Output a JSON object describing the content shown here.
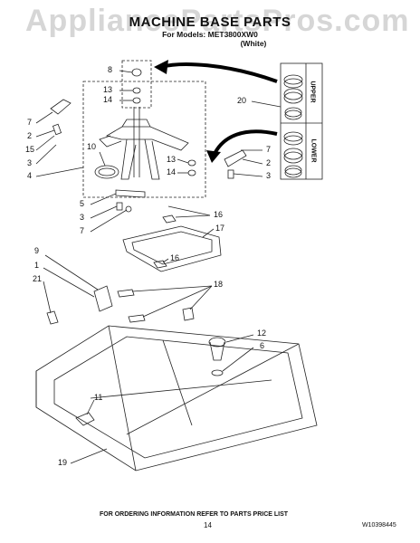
{
  "watermark": "AppliancePartsPros.com",
  "header": {
    "title": "MACHINE BASE PARTS",
    "model_line": "For Models: MET3800XW0",
    "color_line": "(White)"
  },
  "inset": {
    "upper": "UPPER",
    "lower": "LOWER"
  },
  "callouts": [
    "8",
    "13",
    "14",
    "7",
    "2",
    "15",
    "3",
    "10",
    "4",
    "20",
    "13",
    "14",
    "7",
    "2",
    "3",
    "5",
    "3",
    "7",
    "16",
    "17",
    "16",
    "9",
    "1",
    "21",
    "18",
    "12",
    "6",
    "11",
    "19"
  ],
  "footer": {
    "order_note": "FOR ORDERING INFORMATION REFER TO PARTS PRICE LIST",
    "page_number": "14",
    "doc_number": "W10398445"
  }
}
